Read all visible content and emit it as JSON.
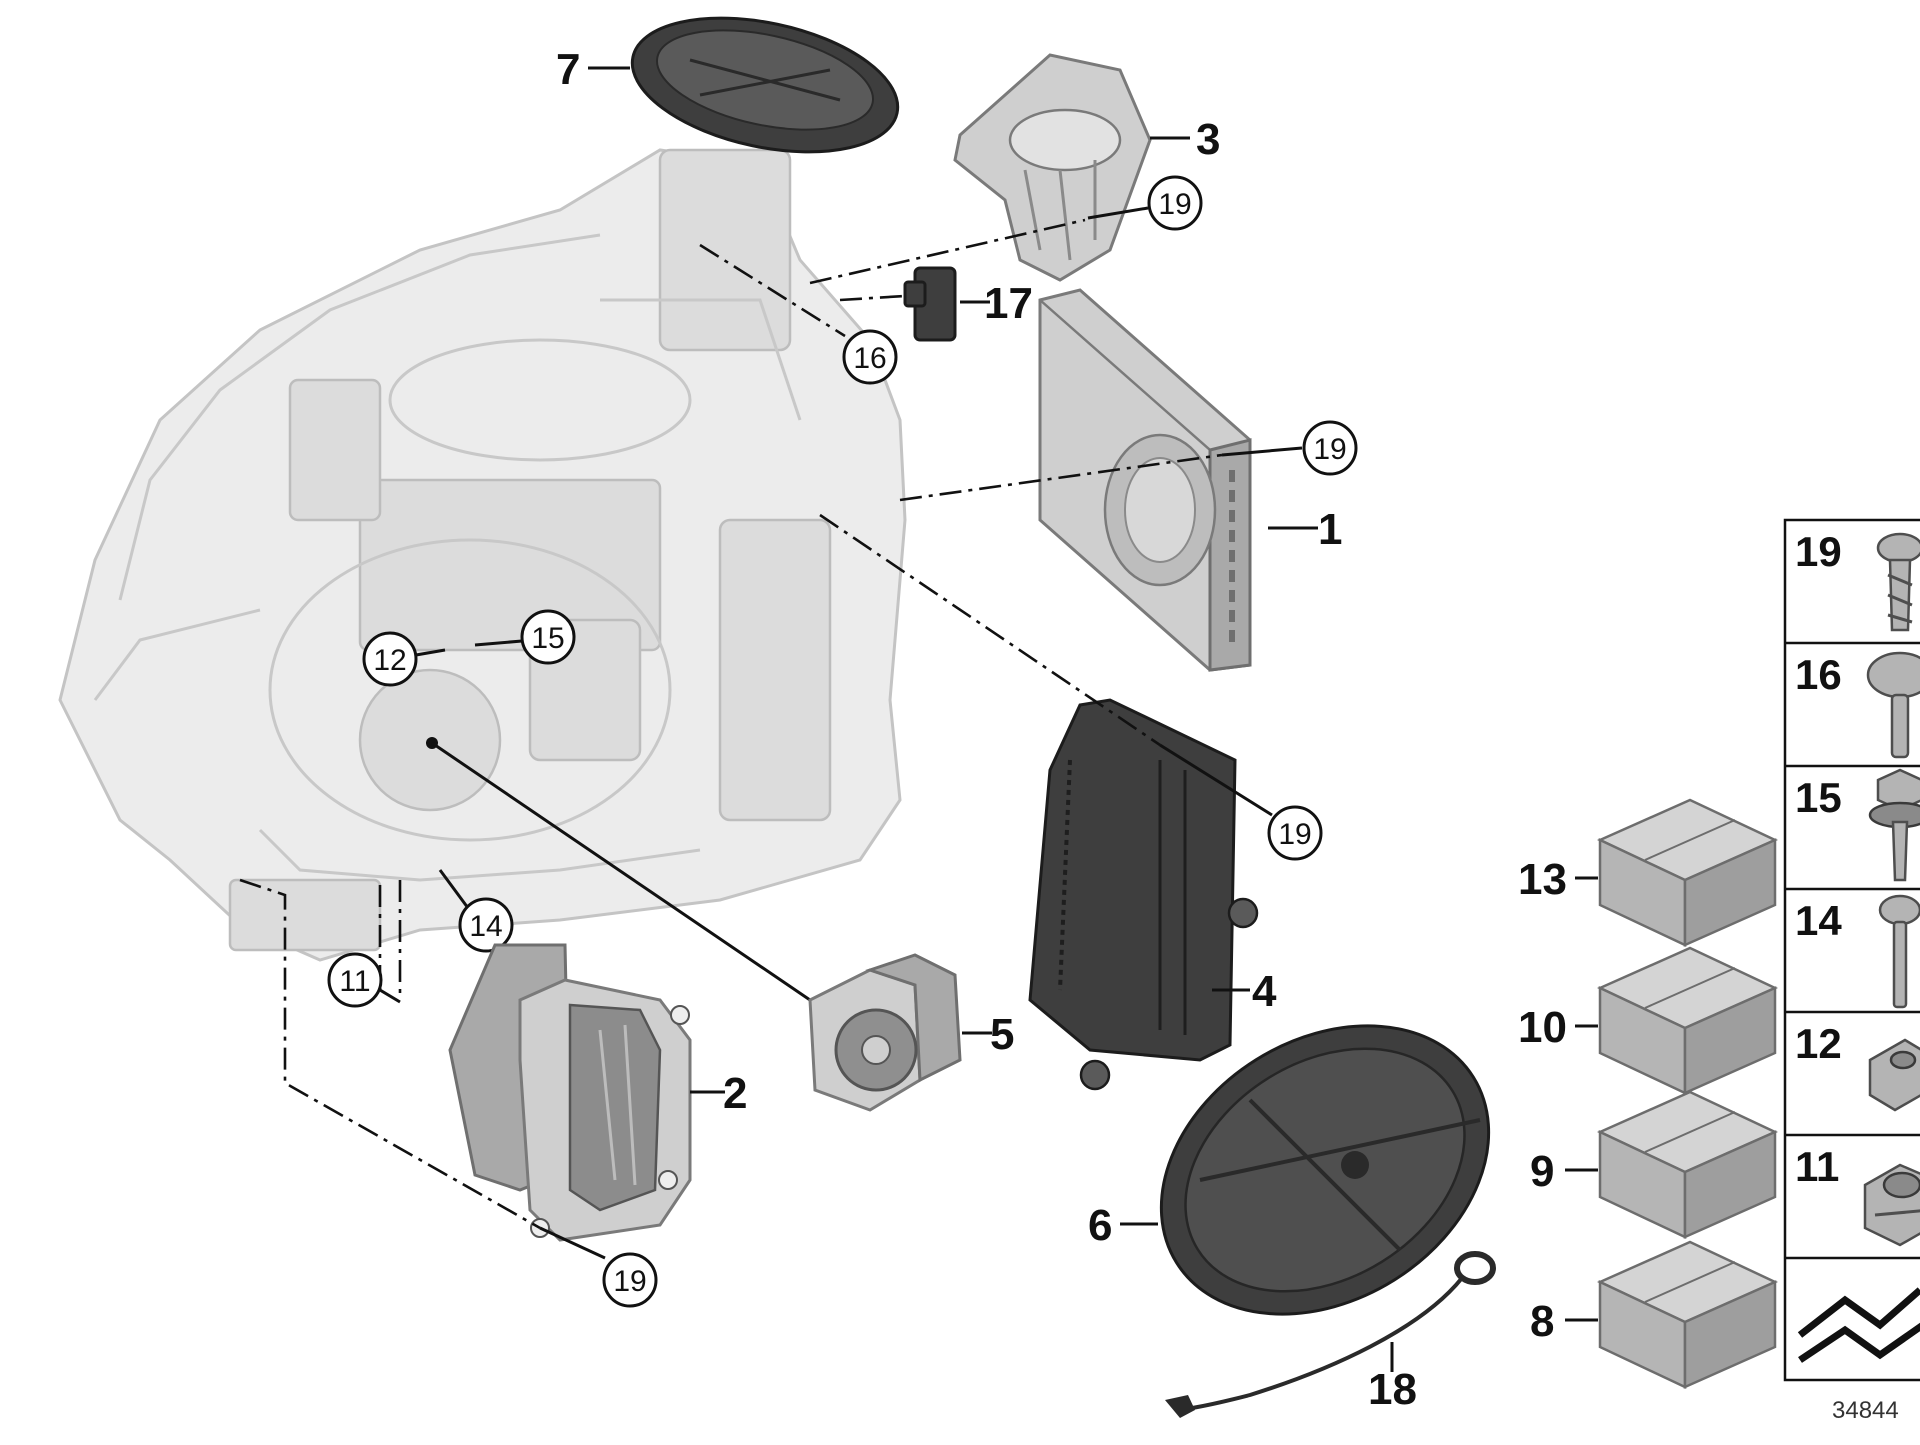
{
  "callouts": {
    "c7": "7",
    "c3": "3",
    "c19a": "19",
    "c17": "17",
    "c16": "16",
    "c19b": "19",
    "c1": "1",
    "c12": "12",
    "c15": "15",
    "c19c": "19",
    "c14": "14",
    "c11": "11",
    "c4": "4",
    "c5": "5",
    "c2": "2",
    "c6": "6",
    "c19d": "19",
    "c18": "18",
    "c13": "13",
    "c10": "10",
    "c9": "9",
    "c8": "8"
  },
  "legend": {
    "rows": [
      "19",
      "16",
      "15",
      "14",
      "12",
      "11"
    ]
  },
  "doc_id": "34844",
  "colors": {
    "housing": "#ececec",
    "part": "#a9a9a9",
    "dark_part": "#3e3e3e",
    "line": "#111111"
  }
}
